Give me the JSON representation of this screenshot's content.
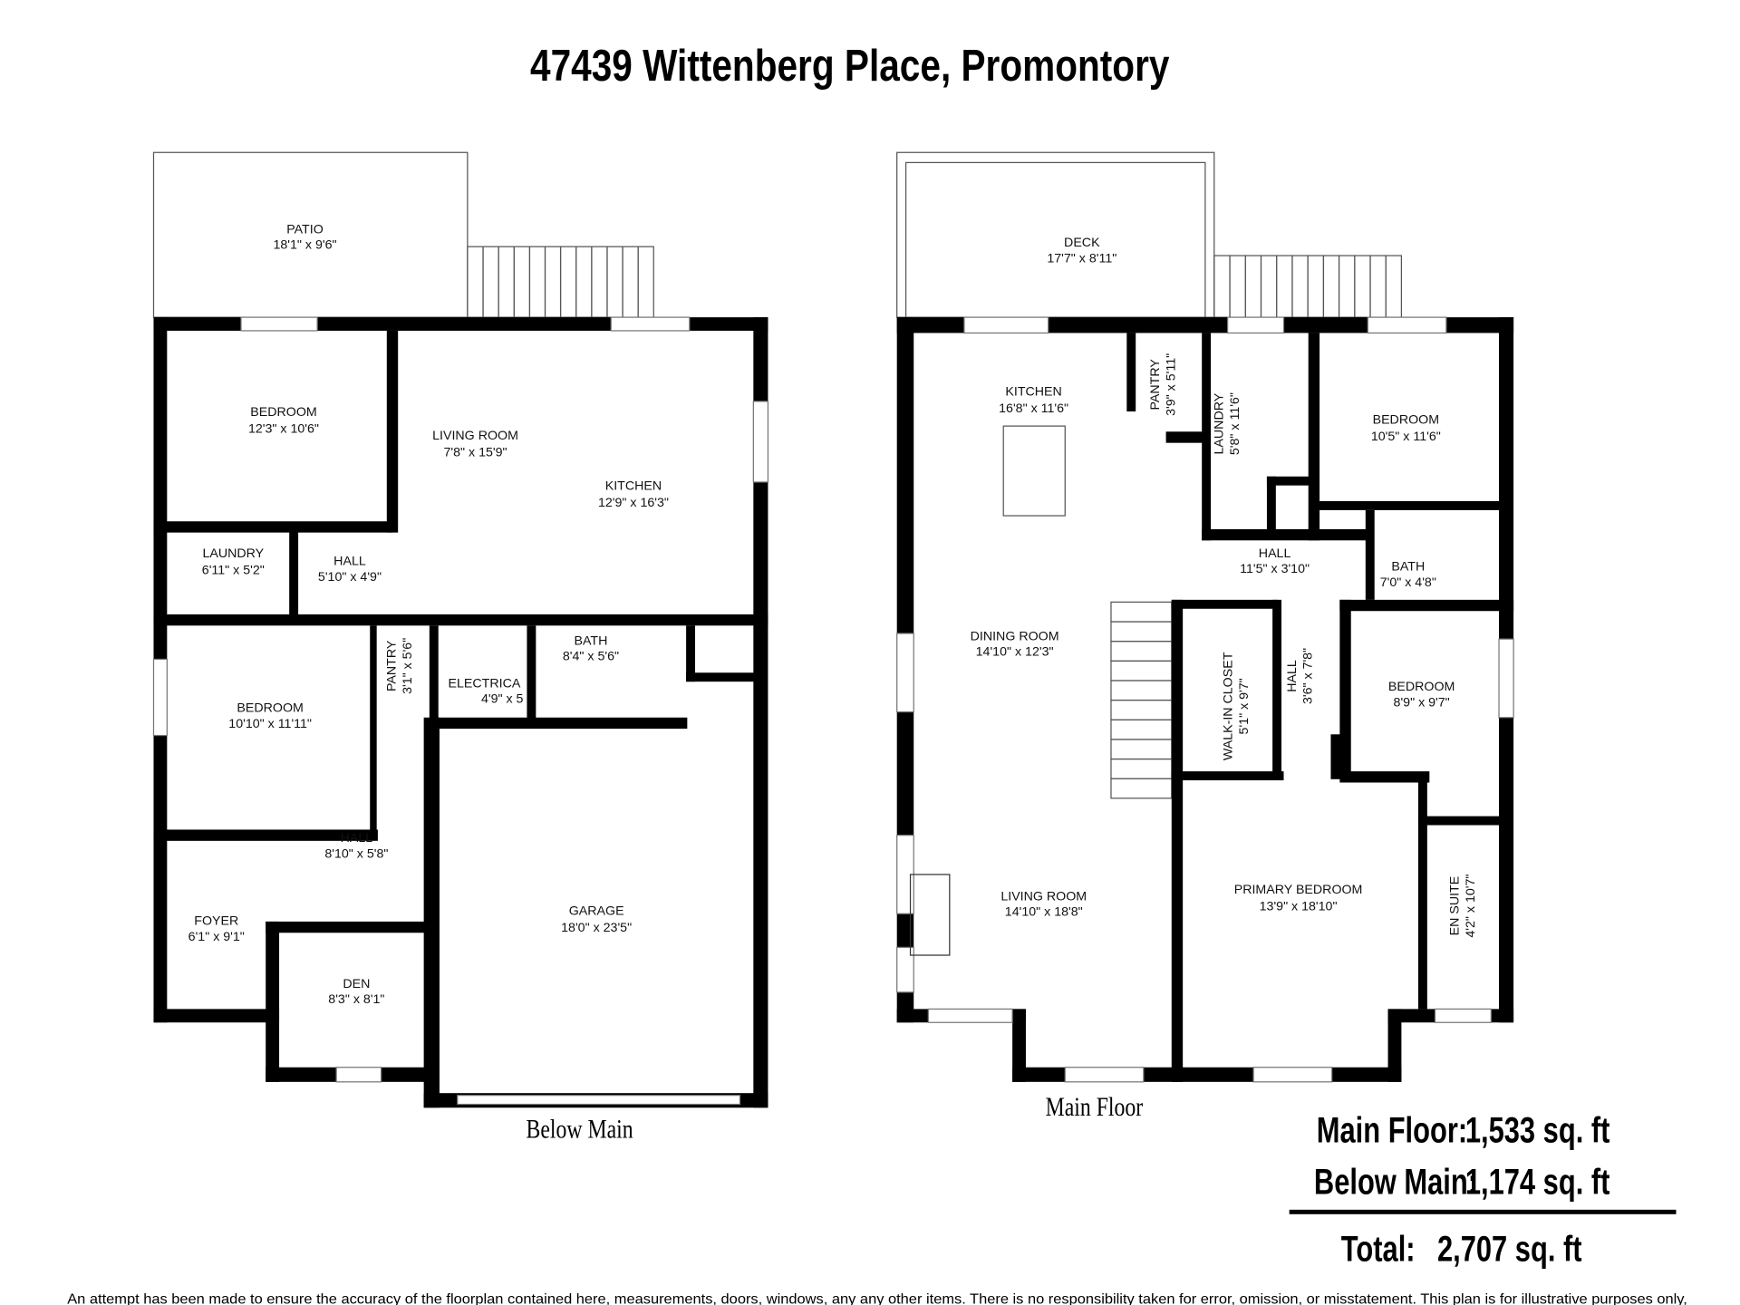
{
  "title": "47439 Wittenberg Place,   Promontory",
  "floors": [
    {
      "name": "Below Main",
      "rooms": [
        {
          "name": "PATIO",
          "dims": "18'1\" x 9'6\""
        },
        {
          "name": "BEDROOM",
          "dims": "12'3\" x 10'6\""
        },
        {
          "name": "LIVING ROOM",
          "dims": "7'8\" x 15'9\""
        },
        {
          "name": "KITCHEN",
          "dims": "12'9\" x 16'3\""
        },
        {
          "name": "LAUNDRY",
          "dims": "6'11\" x 5'2\""
        },
        {
          "name": "HALL",
          "dims": "5'10\" x 4'9\""
        },
        {
          "name": "BEDROOM",
          "dims": "10'10\" x 11'11\""
        },
        {
          "name": "PANTRY",
          "dims": "3'1\" x 5'6\""
        },
        {
          "name": "ELECTRICA",
          "dims": "4'9\" x 5"
        },
        {
          "name": "BATH",
          "dims": "8'4\" x 5'6\""
        },
        {
          "name": "HALL",
          "dims": "8'10\" x 5'8\""
        },
        {
          "name": "FOYER",
          "dims": "6'1\" x 9'1\""
        },
        {
          "name": "DEN",
          "dims": "8'3\" x 8'1\""
        },
        {
          "name": "GARAGE",
          "dims": "18'0\" x 23'5\""
        }
      ]
    },
    {
      "name": "Main Floor",
      "rooms": [
        {
          "name": "DECK",
          "dims": "17'7\" x 8'11\""
        },
        {
          "name": "KITCHEN",
          "dims": "16'8\" x 11'6\""
        },
        {
          "name": "PANTRY",
          "dims": "3'9\" x 5'11\""
        },
        {
          "name": "LAUNDRY",
          "dims": "5'8\" x 11'6\""
        },
        {
          "name": "BEDROOM",
          "dims": "10'5\" x 11'6\""
        },
        {
          "name": "HALL",
          "dims": "11'5\" x 3'10\""
        },
        {
          "name": "BATH",
          "dims": "7'0\" x 4'8\""
        },
        {
          "name": "DINING ROOM",
          "dims": "14'10\" x 12'3\""
        },
        {
          "name": "WALK-IN CLOSET",
          "dims": "5'1\" x 9'7\""
        },
        {
          "name": "HALL",
          "dims": "3'6\" x 7'8\""
        },
        {
          "name": "BEDROOM",
          "dims": "8'9\" x 9'7\""
        },
        {
          "name": "PRIMARY BEDROOM",
          "dims": "13'9\" x 18'10\""
        },
        {
          "name": "LIVING ROOM",
          "dims": "14'10\" x 18'8\""
        },
        {
          "name": "EN SUITE",
          "dims": "4'2\" x 10'7\""
        }
      ]
    }
  ],
  "summary": {
    "main_label": "Main Floor:",
    "main_value": "1,533 sq. ft",
    "below_label": "Below Main:",
    "below_value": "1,174 sq. ft",
    "total_label": "Total:",
    "total_value": "2,707 sq. ft"
  },
  "disclaimer": "An attempt has been made to ensure the accuracy of the floorplan contained here, measurements, doors, windows, any any other items. There is no responsibility taken for error, omission, or misstatement. This plan is for illustrative purposes only,"
}
